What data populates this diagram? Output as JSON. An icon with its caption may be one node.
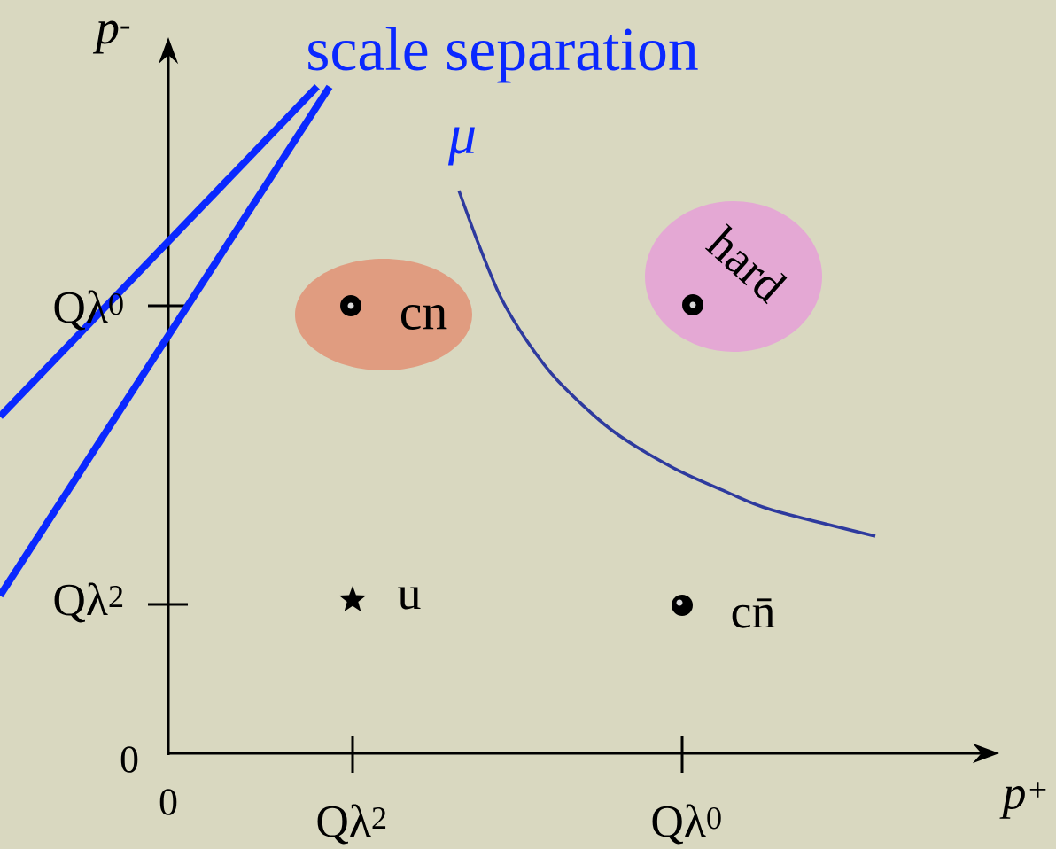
{
  "diagram": {
    "nodes": [
      {
        "text": [
          "cn"
        ]
      },
      {
        "text": [
          "hard"
        ]
      },
      {
        "text": [
          "scale separation"
        ]
      }
    ],
    "edges": [
      {
        "from": 2,
        "to": null,
        "arrow": "none"
      },
      {
        "from": 2,
        "to": null,
        "arrow": "none"
      }
    ],
    "labels": [
      "p$^{-}$",
      "μ",
      "Qλ$^{0}$",
      "Qλ$^{2}$",
      "u",
      "cn̄",
      "0",
      "0",
      "Qλ$^{2}$",
      "Qλ$^{0}$",
      "p$^{+}$"
    ]
  }
}
